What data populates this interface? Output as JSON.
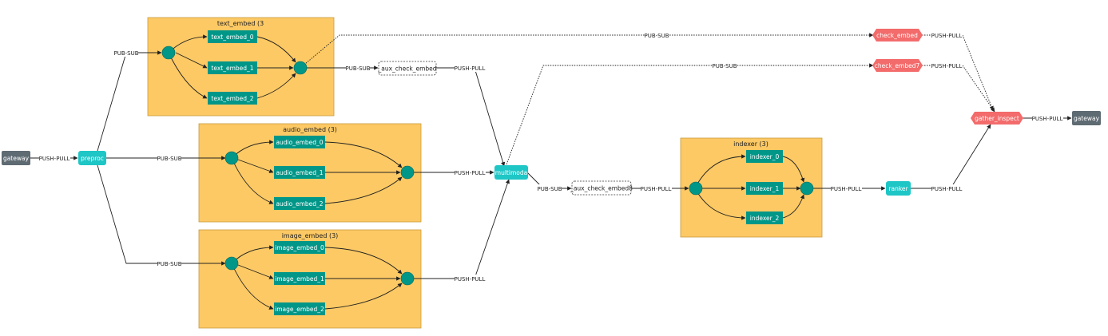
{
  "colors": {
    "group_fill": "#fdc964",
    "group_stroke": "#c89b3c",
    "node_teal": "#1ec6c6",
    "node_dark_teal": "#009688",
    "node_grey": "#5f6b73",
    "node_red": "#f36b6b",
    "edge": "#222222"
  },
  "groups": {
    "text": {
      "title": "text_embed (3"
    },
    "audio": {
      "title": "audio_embed (3)"
    },
    "image": {
      "title": "image_embed (3)"
    },
    "indexer": {
      "title": "indexer (3)"
    }
  },
  "nodes": {
    "gateway_in": "gateway",
    "preproc": "preproc",
    "text_embed_0": "text_embed_0",
    "text_embed_1": "text_embed_1",
    "text_embed_2": "text_embed_2",
    "audio_embed_0": "audio_embed_0",
    "audio_embed_1": "audio_embed_1",
    "audio_embed_2": "audio_embed_2",
    "image_embed_0": "image_embed_0",
    "image_embed_1": "image_embed_1",
    "image_embed_2": "image_embed_2",
    "aux_check_embed": "_aux_check_embed",
    "multimodal": "multimoda",
    "aux_check_embed8": "_aux_check_embed8",
    "indexer_0": "indexer_0",
    "indexer_1": "indexer_1",
    "indexer_2": "indexer_2",
    "ranker": "ranker",
    "check_embed": "check_embed",
    "check_embed7": "check_embed7",
    "gather_inspect": "gather_inspect",
    "gateway_out": "gateway"
  },
  "edge_labels": {
    "push_pull": "PUSH-PULL",
    "pub_sub": "PUB-SUB"
  }
}
